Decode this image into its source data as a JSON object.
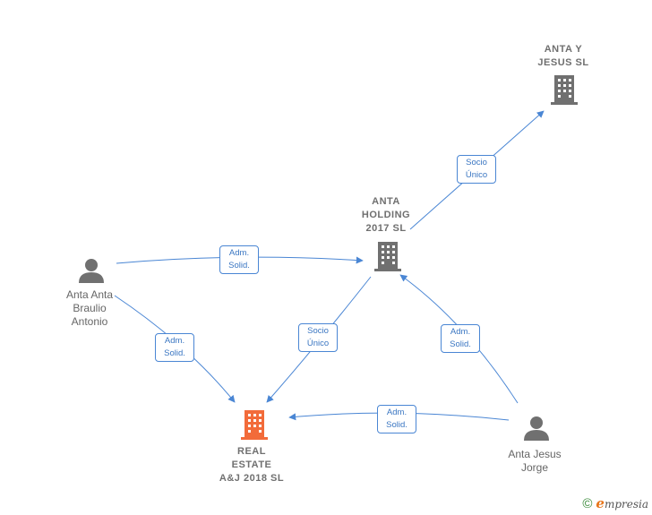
{
  "nodes": {
    "anta_y_jesus": {
      "label": "ANTA Y\nJESUS SL"
    },
    "anta_holding": {
      "label": "ANTA\nHOLDING\n2017  SL"
    },
    "real_estate": {
      "label": "REAL\nESTATE\nA&J 2018  SL"
    },
    "anta_braulio": {
      "label": "Anta Anta\nBraulio\nAntonio"
    },
    "anta_jesus_jorge": {
      "label": "Anta Jesus\nJorge"
    }
  },
  "relations": {
    "holding_to_ayj": "Socio\nÚnico",
    "braulio_to_holding": "Adm.\nSolid.",
    "braulio_to_real": "Adm.\nSolid.",
    "holding_to_real": "Socio\nÚnico",
    "jorge_to_holding": "Adm.\nSolid.",
    "jorge_to_real": "Adm.\nSolid."
  },
  "colors": {
    "edge": "#4a86d4",
    "company_icon": "#707070",
    "focus_company_icon": "#f26b3a",
    "person_icon": "#707070"
  },
  "footer": {
    "copyright": "©",
    "brand_initial": "e",
    "brand_rest": "mpresia"
  }
}
